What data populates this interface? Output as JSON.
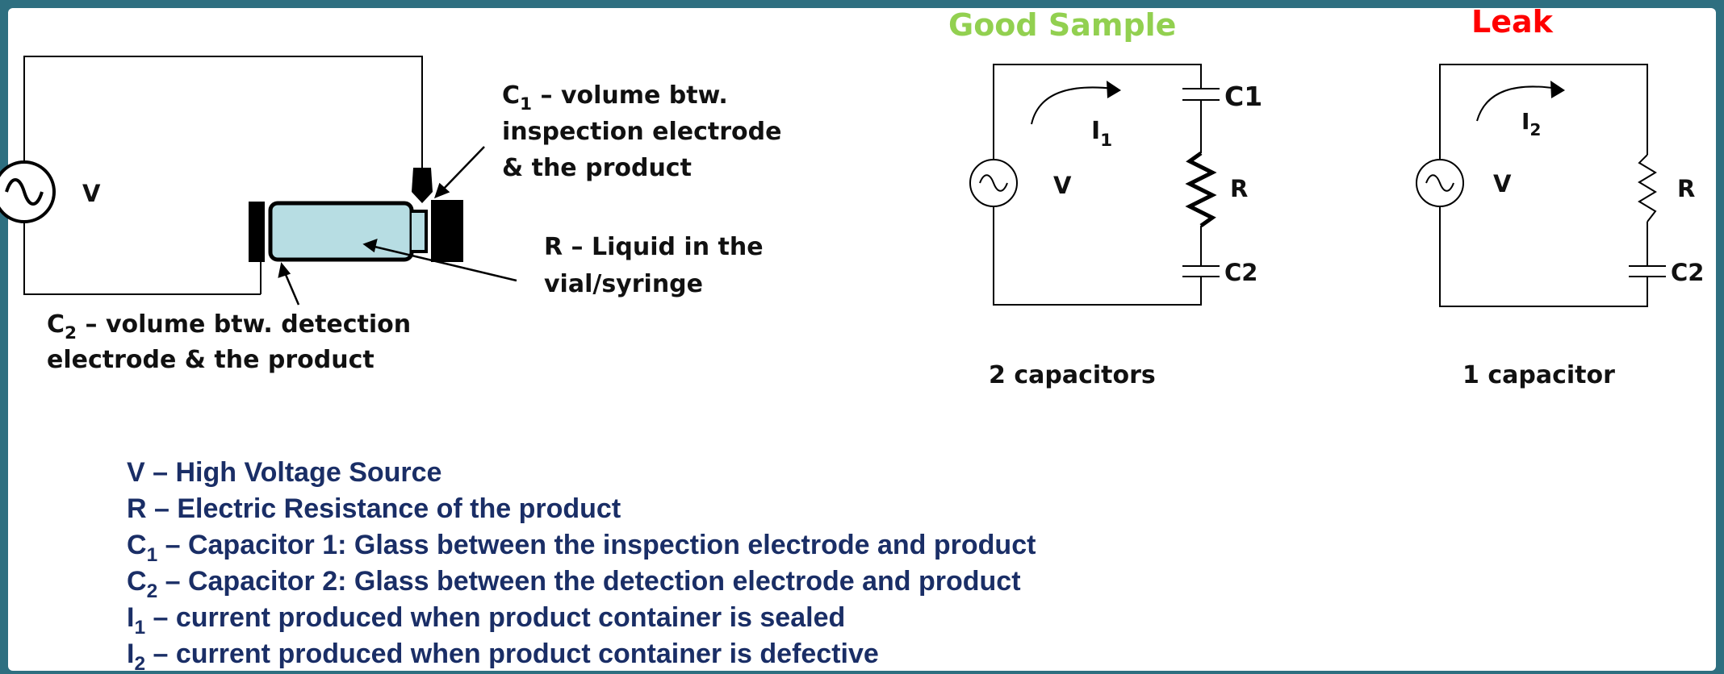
{
  "setup": {
    "v_label": "V",
    "c1_prefix": "C",
    "c1_sub": "1",
    "c1_line1": " – volume btw.",
    "c1_line2": "inspection electrode",
    "c1_line3": "& the product",
    "r_line1": "R – Liquid in the",
    "r_line2": "vial/syringe",
    "c2_prefix": "C",
    "c2_sub": "2",
    "c2_line1": " – volume btw. detection",
    "c2_line2": "electrode & the product"
  },
  "good": {
    "title": "Good Sample",
    "title_color": "#92d050",
    "v_label": "V",
    "i_prefix": "I",
    "i_sub": "1",
    "c1_label": "C1",
    "r_label": "R",
    "c2_label": "C2",
    "caption": "2 capacitors"
  },
  "leak": {
    "title": "Leak",
    "title_color": "#ff0000",
    "v_label": "V",
    "i_prefix": "I",
    "i_sub": "2",
    "r_label": "R",
    "c2_label": "C2",
    "caption": "1 capacitor"
  },
  "legend": {
    "v_text": "V –  High Voltage Source",
    "r_text": "R –  Electric Resistance of the product",
    "c1_prefix": "C",
    "c1_sub": "1",
    "c1_text": " – Capacitor 1: Glass between the inspection electrode and product",
    "c2_prefix": "C",
    "c2_sub": "2",
    "c2_text": " – Capacitor 2: Glass between the detection electrode and product",
    "i1_prefix": "I",
    "i1_sub": "1",
    "i1_text": " – current produced when product container is sealed",
    "i2_prefix": "I",
    "i2_sub": "2",
    "i2_text": " – current produced when product container is defective"
  },
  "colors": {
    "frame": "#2e6f80",
    "background": "#ffffff",
    "legend_text": "#1a2e66",
    "vial_fill": "#b7dde3"
  }
}
